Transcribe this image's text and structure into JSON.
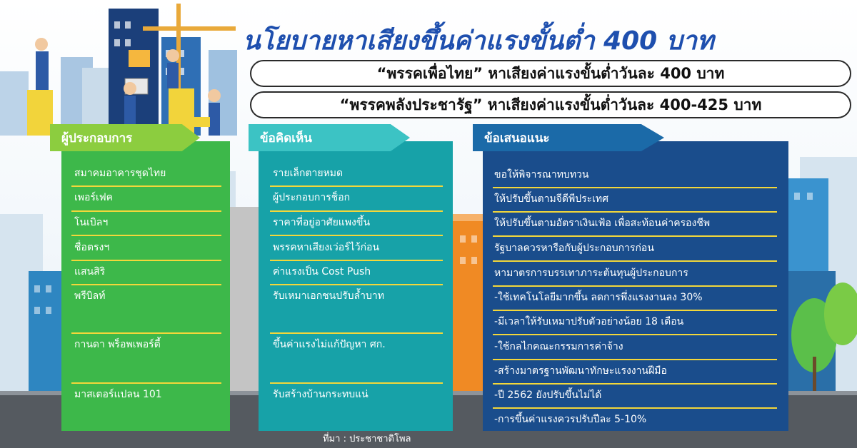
{
  "title": "นโยบายหาเสียงขึ้นค่าแรงขั้นต่ำ 400 บาท",
  "subtitles": [
    "“พรรคเพื่อไทย” หาเสียงค่าแรงขั้นต่ำวันละ 400 บาท",
    "“พรรคพลังประชารัฐ” หาเสียงค่าแรงขั้นต่ำวันละ 400-425 บาท"
  ],
  "columns": {
    "operators": {
      "heading": "ผู้ประกอบการ",
      "items": [
        "สมาคมอาคารชุดไทย",
        "เพอร์เฟค",
        "โนเบิลฯ",
        "ชื่อตรงฯ",
        "แสนสิริ",
        "พรีบิลท์",
        "กานดา พร็อพเพอร์ตี้",
        "มาสเตอร์แปลน 101"
      ]
    },
    "comments": {
      "heading": "ข้อคิดเห็น",
      "items": [
        "รายเล็กตายหมด",
        "ผู้ประกอบการช็อก",
        "ราคาที่อยู่อาศัยแพงขึ้น",
        "พรรคหาเสียงเว่อร์ไว้ก่อน",
        "ค่าแรงเป็น Cost Push",
        "รับเหมาเอกชนปรับล้ำบาท",
        "ขึ้นค่าแรงไม่แก้ปัญหา ศก.",
        "รับสร้างบ้านกระทบแน่"
      ]
    },
    "suggestions": {
      "heading": "ข้อเสนอแนะ",
      "items": [
        "ขอให้พิจารณาทบทวน",
        "ให้ปรับขึ้นตามจีดีพีประเทศ",
        "ให้ปรับขึ้นตามอัตราเงินเฟ้อ เพื่อสะท้อนค่าครองชีพ",
        "รัฐบาลควรหารือกับผู้ประกอบการก่อน",
        "หามาตรการบรรเทาภาระต้นทุนผู้ประกอบการ",
        "-ใช้เทคโนโลยีมากขึ้น ลดการพึ่งแรงงานลง 30%",
        "-มีเวลาให้รับเหมาปรับตัวอย่างน้อย 18 เดือน",
        "-ใช้กลไกคณะกรรมการค่าจ้าง",
        "-สร้างมาตรฐานพัฒนาทักษะแรงงานฝีมือ",
        "-ปี 2562 ยังปรับขึ้นไม่ได้",
        "-การขึ้นค่าแรงควรปรับปีละ 5-10%"
      ]
    }
  },
  "source": "ที่มา : ประชาชาติโพล",
  "colors": {
    "title": "#1e4fae",
    "operators": "#3db84a",
    "comments": "#17a2a8",
    "suggestions": "#1a4d8c",
    "divider": "#f3d73a"
  }
}
